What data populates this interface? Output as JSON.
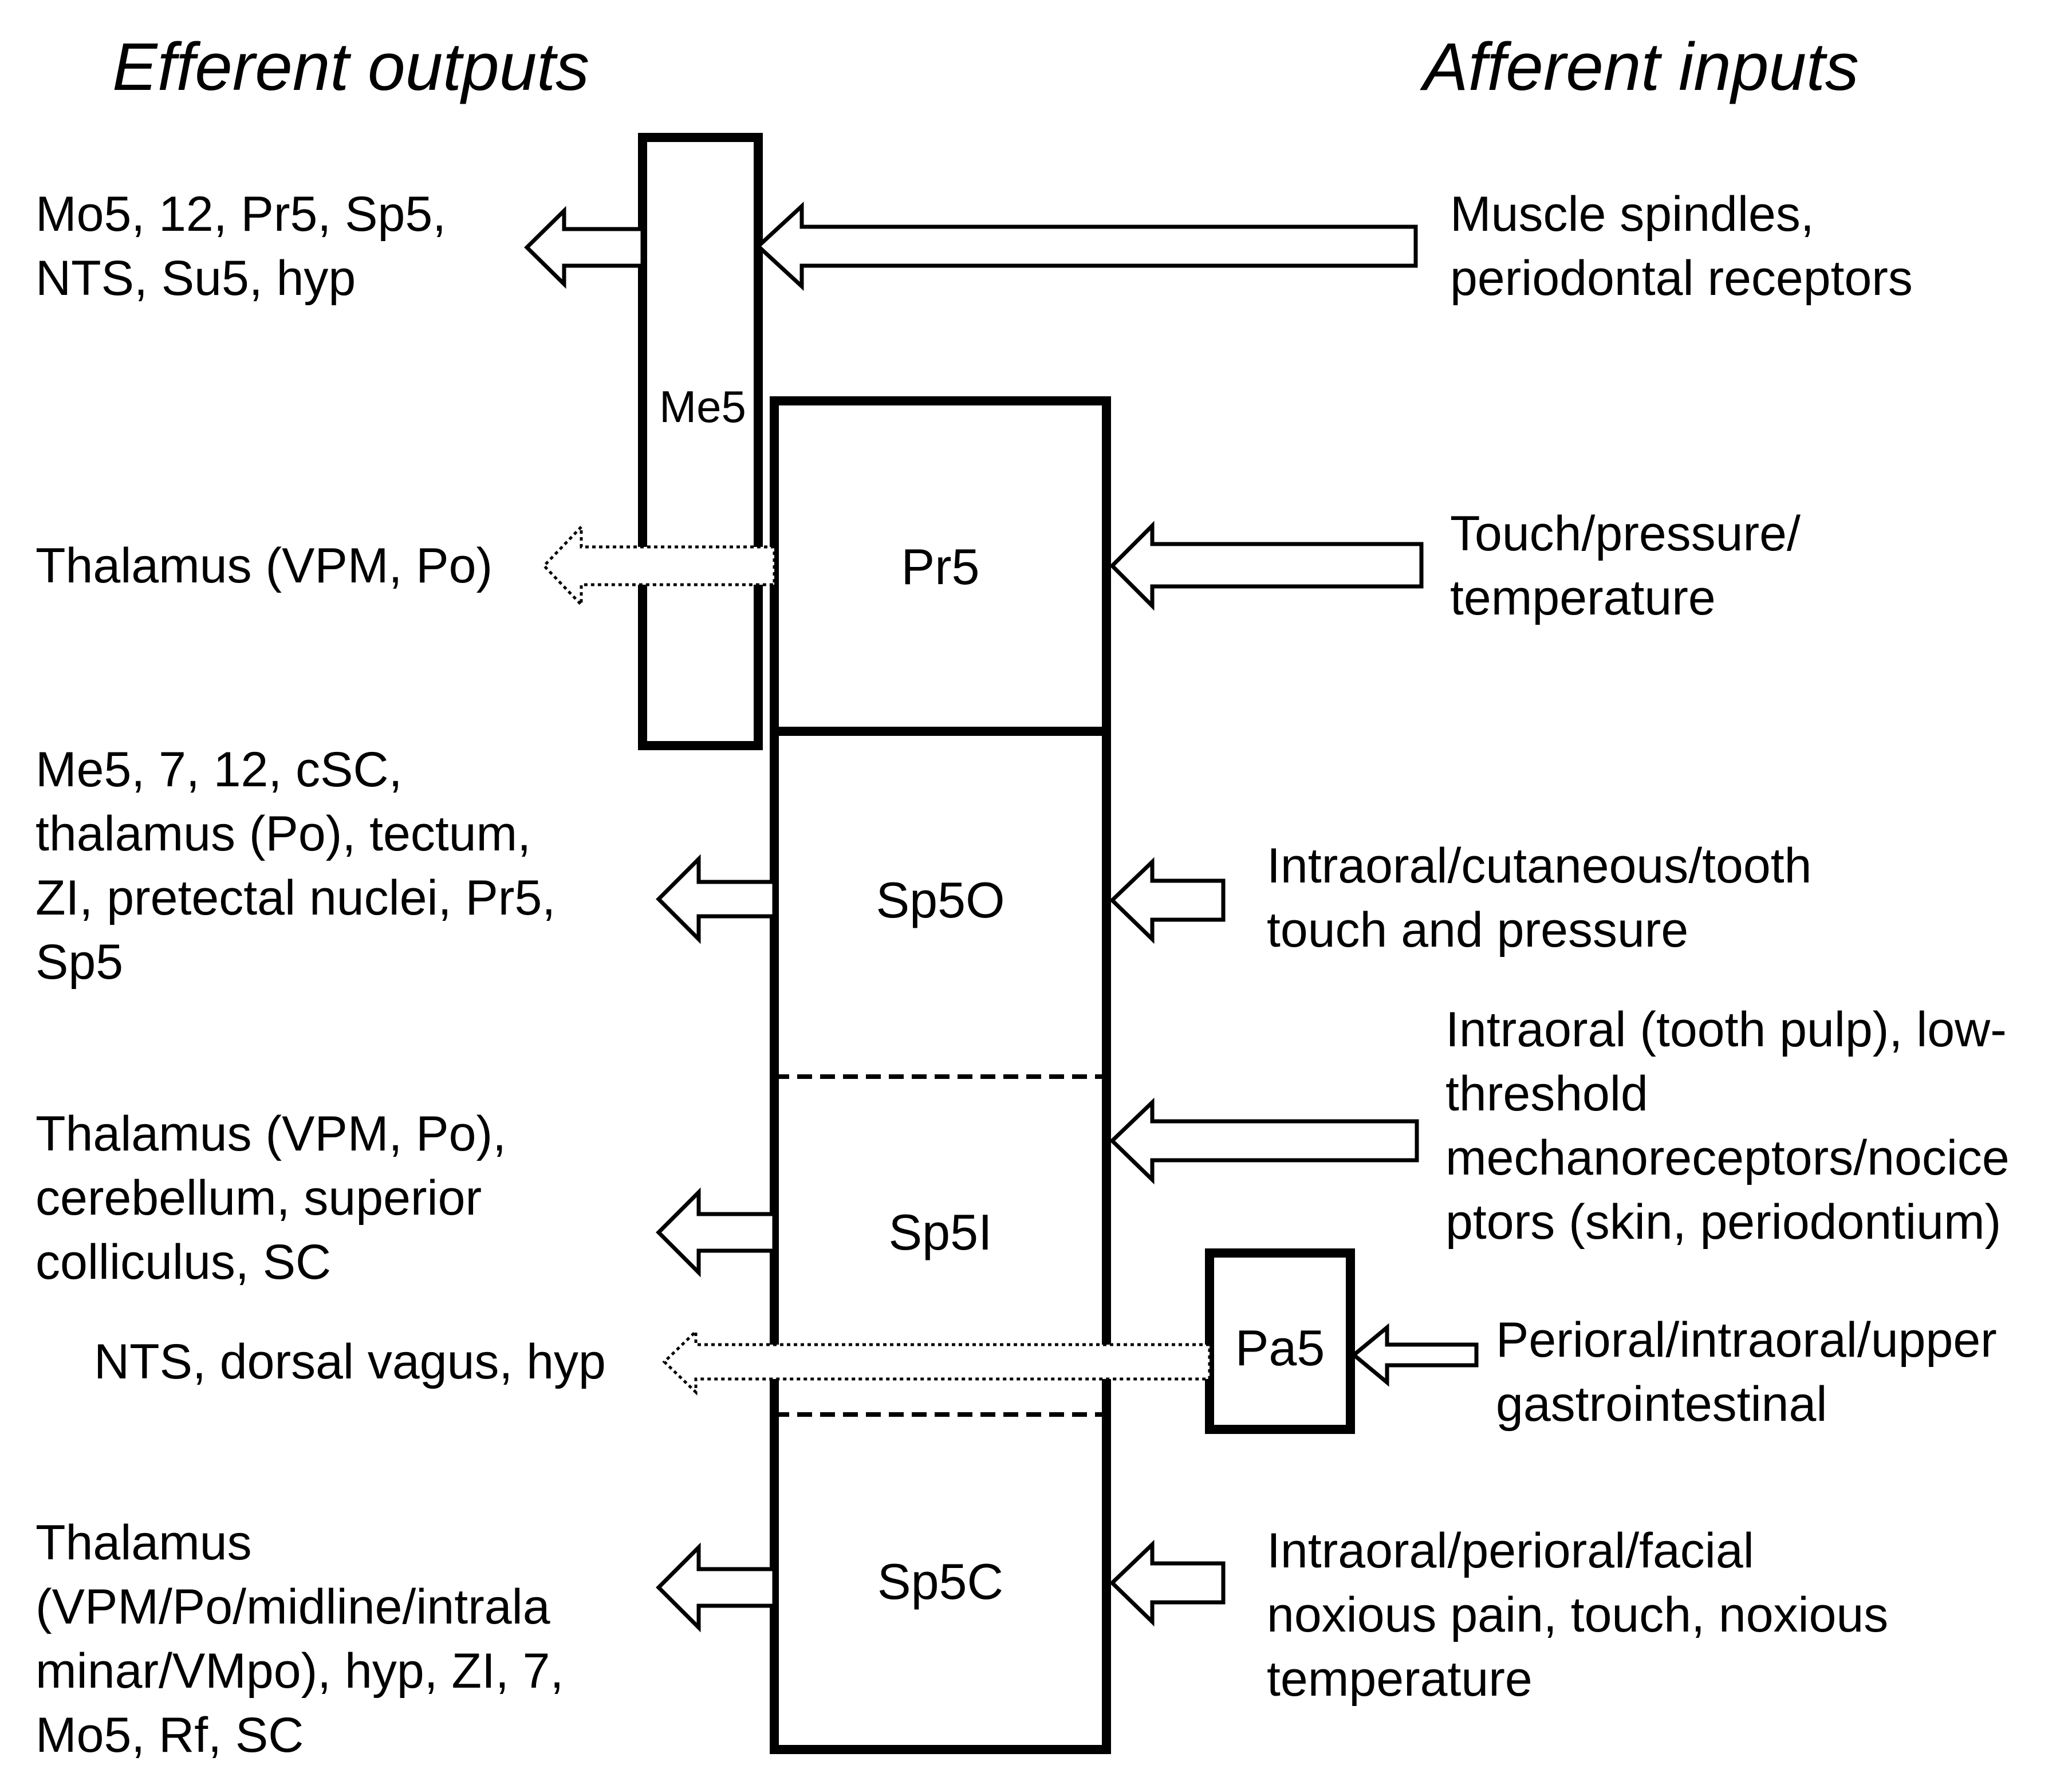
{
  "headings": {
    "efferent": "Efferent outputs",
    "afferent": "Afferent inputs"
  },
  "boxes": {
    "me5": "Me5",
    "pr5": "Pr5",
    "sp5o": "Sp5O",
    "sp5i": "Sp5I",
    "sp5c": "Sp5C",
    "pa5": "Pa5"
  },
  "efferent": {
    "me5": [
      "Mo5, 12, Pr5, Sp5,",
      "NTS, Su5, hyp"
    ],
    "pr5": [
      "Thalamus (VPM, Po)"
    ],
    "sp5o": [
      "Me5, 7, 12, cSC,",
      "thalamus (Po), tectum,",
      "ZI, pretectal nuclei, Pr5,",
      "Sp5"
    ],
    "sp5i": [
      "Thalamus (VPM, Po),",
      "cerebellum, superior",
      "colliculus, SC"
    ],
    "pa5": [
      "NTS, dorsal vagus, hyp"
    ],
    "sp5c": [
      "Thalamus",
      "(VPM/Po/midline/intrala",
      "minar/VMpo), hyp, ZI, 7,",
      "Mo5, Rf, SC"
    ]
  },
  "afferent": {
    "me5": [
      "Muscle spindles,",
      "periodontal receptors"
    ],
    "pr5": [
      "Touch/pressure/",
      "temperature"
    ],
    "sp5o": [
      "Intraoral/cutaneous/tooth",
      "touch and pressure"
    ],
    "sp5i": [
      "Intraoral (tooth pulp), low-",
      "threshold",
      "mechanoreceptors/nocice",
      "ptors (skin, periodontium)"
    ],
    "pa5": [
      "Perioral/intraoral/upper",
      "gastrointestinal"
    ],
    "sp5c": [
      "Intraoral/perioral/facial",
      "noxious pain, touch, noxious",
      "temperature"
    ]
  }
}
